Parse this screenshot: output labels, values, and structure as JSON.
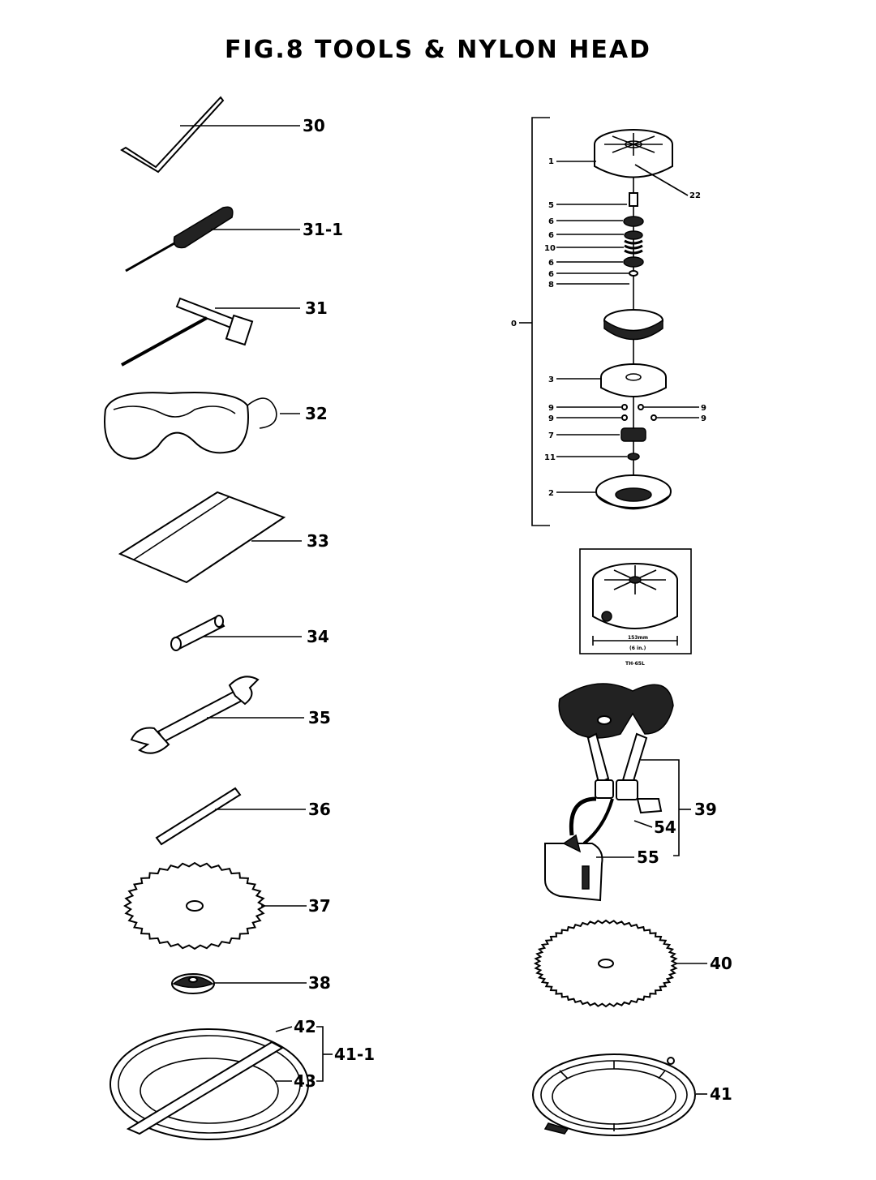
{
  "title": "FIG.8  TOOLS & NYLON HEAD",
  "left_labels": [
    "30",
    "31-1",
    "31",
    "32",
    "33",
    "34",
    "35",
    "36",
    "37",
    "38",
    "42",
    "43",
    "41-1"
  ],
  "head_labels": {
    "l1": "1",
    "l22": "22",
    "l5": "5",
    "l6a": "6",
    "l6b": "6",
    "l10": "10",
    "l6c": "6",
    "l6d": "6",
    "l8": "8",
    "l0": "0",
    "l3": "3",
    "l9a": "9",
    "l9b": "9",
    "l9c": "9",
    "l9d": "9",
    "l7": "7",
    "l11": "11",
    "l2": "2"
  },
  "inset": {
    "dimension": "153mm",
    "dimension_sub": "(6 in.)",
    "model": "TH-65L"
  },
  "right_labels": {
    "l39": "39",
    "l54": "54",
    "l55": "55",
    "l40": "40",
    "l41": "41"
  }
}
